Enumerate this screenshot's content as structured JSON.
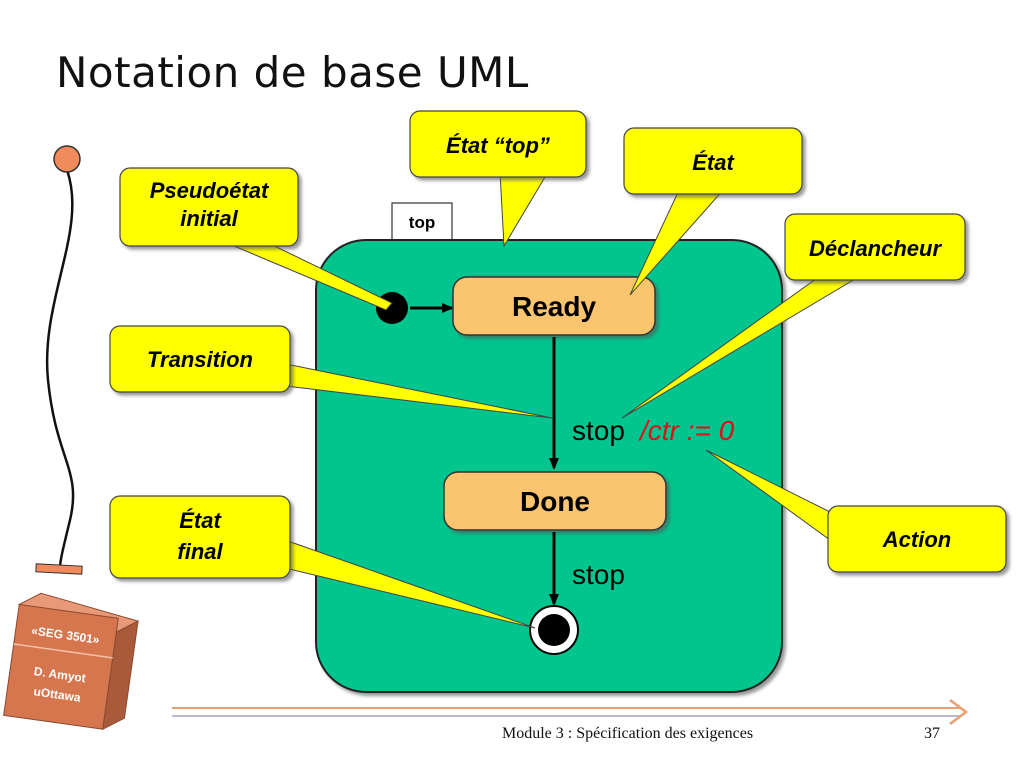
{
  "title": "Notation de base UML",
  "diagram": {
    "top_tab": "top",
    "states": {
      "ready": "Ready",
      "done": "Done"
    },
    "transitions": {
      "ready_to_done_trigger": "stop",
      "ready_to_done_action": "/ctr := 0",
      "done_to_final_trigger": "stop"
    }
  },
  "callouts": {
    "pseudo_initial_line1": "Pseudoétat",
    "pseudo_initial_line2": "initial",
    "etat_top": "État “top”",
    "etat": "État",
    "declencheur": "Déclancheur",
    "transition": "Transition",
    "etat_final_line1": "État",
    "etat_final_line2": "final",
    "action": "Action"
  },
  "logo": {
    "line1": "«SEG 3501»",
    "line2": "D. Amyot",
    "line3": "uOttawa"
  },
  "footer": {
    "text": "Module 3 : Spécification des exigences",
    "page": "37"
  },
  "colors": {
    "state_machine_fill": "#00c58e",
    "state_fill": "#fbc46e",
    "callout_fill": "#ffff00",
    "action_text": "#e0101a",
    "logo_fill": "#d5764e",
    "footer_line": "#e8a070"
  }
}
